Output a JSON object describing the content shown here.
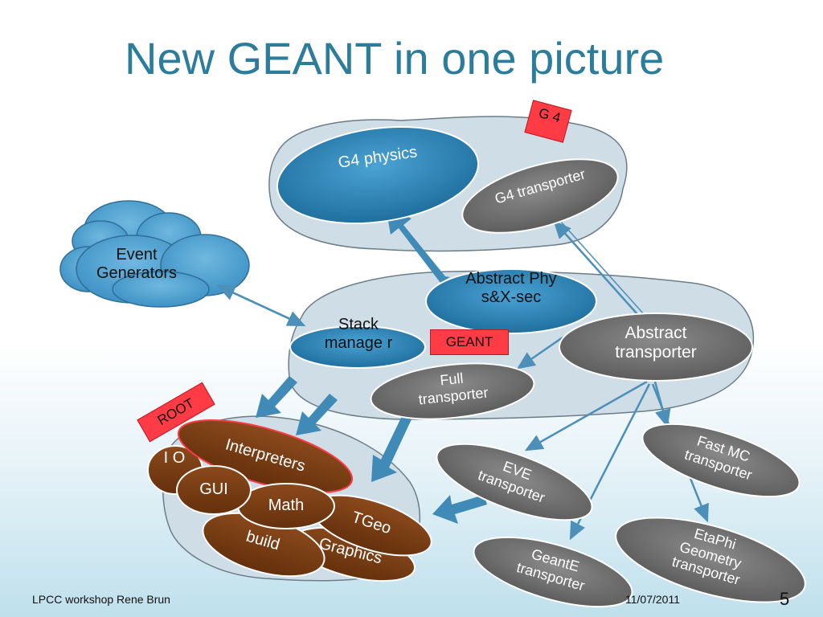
{
  "slide": {
    "title": "New GEANT in one picture",
    "footer_left": "LPCC workshop  Rene Brun",
    "footer_date": "11/07/2011",
    "page_number": "5"
  },
  "tags": {
    "g4": "G 4",
    "geant": "GEANT",
    "root": "ROOT"
  },
  "nodes": {
    "g4_physics": "G4 physics",
    "g4_transporter": "G4 transporter",
    "event_generators": "Event Generators",
    "abstract_phys": "Abstract Phys&X-sec",
    "stack_manager": "Stack manage r",
    "abstract_transporter": "Abstract transporter",
    "full_transporter": "Full transporter",
    "fast_mc_transporter": "Fast MC transporter",
    "eve_transporter": "EVE transporter",
    "geante_transporter": "GeantE transporter",
    "etaphi_transporter": "EtaPhi Geometry transporter",
    "interpreters": "Interpreters",
    "io": "I O",
    "gui": "GUI",
    "math": "Math",
    "tgeo": "TGeo",
    "build": "build",
    "graphics": "Graphics"
  },
  "colors": {
    "title": "#2c7c9c",
    "blob_fill": "#cfdde6",
    "blue_ellipse": "#2a85b5",
    "gray_ellipse": "#6f6f6f",
    "brown": "#7a3a10",
    "tag_red": "#ff3b45",
    "arrow_blue": "#3f8ab7"
  }
}
